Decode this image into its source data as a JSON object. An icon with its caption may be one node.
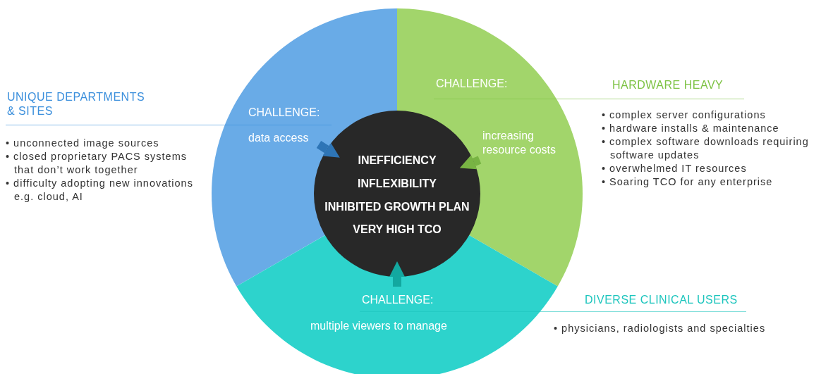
{
  "diagram": {
    "nodes": [
      {
        "text": [
          "CHALLENGE:",
          "data access"
        ],
        "beside": [
          "UNIQUE DEPARTMENTS & SITES",
          "• unconnected image sources",
          "• closed proprietary PACS systems that don’t work together",
          "• difficulty adopting new innovations e.g. cloud, AI"
        ]
      },
      {
        "text": [
          "CHALLENGE:",
          "increasing resource costs"
        ],
        "beside": [
          "HARDWARE HEAVY",
          "• complex server configurations",
          "• hardware installs & maintenance",
          "• complex software downloads requiring software updates",
          "• overwhelmed IT resources",
          "• Soaring TCO for any enterprise"
        ]
      },
      {
        "text": [
          "CHALLENGE:",
          "multiple viewers to manage"
        ]
      },
      {
        "text": [
          "INEFFICIENCY",
          "INFLEXIBILITY",
          "INHIBITED GROWTH PLAN",
          "VERY HIGH TCO"
        ]
      }
    ],
    "edges": [
      {
        "from": 0,
        "to": 3,
        "arrow": "to",
        "color": "#2e75b6"
      },
      {
        "from": 1,
        "to": 3,
        "arrow": "to",
        "color": "#78b443"
      },
      {
        "from": 2,
        "to": 3,
        "arrow": "to",
        "color": "#13a8a0"
      }
    ],
    "labels": [
      "DIVERSE CLINICAL USERS",
      "• physicians, radiologists and specialties"
    ]
  }
}
